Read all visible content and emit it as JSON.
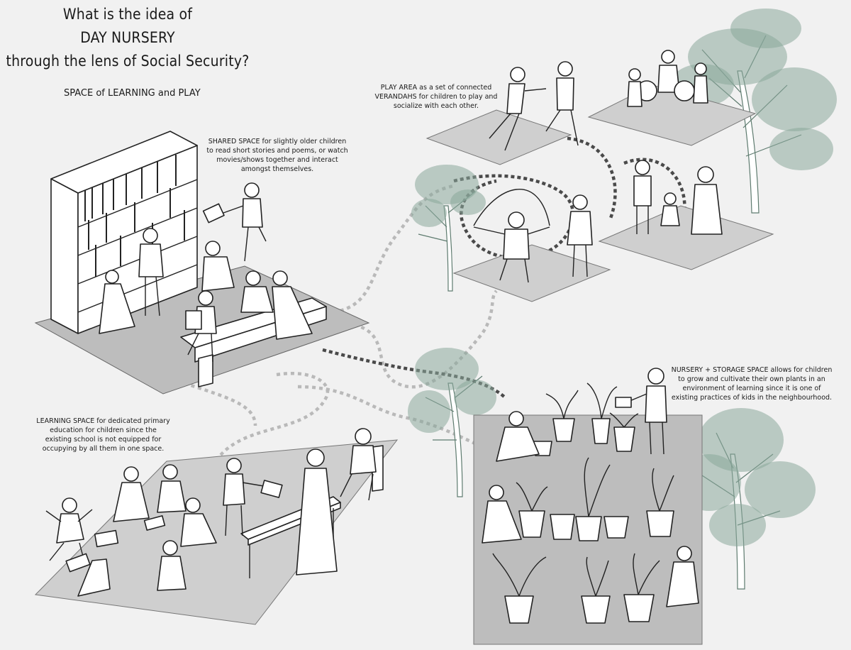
{
  "title": {
    "line1": "What is the idea of",
    "line2": "DAY NURSERY",
    "line3": "through the lens of Social Security?"
  },
  "subtitle": "SPACE of LEARNING and PLAY",
  "notes": {
    "shared": [
      "SHARED SPACE for slightly older children",
      "to read short stories and poems, or watch",
      "movies/shows together and interact",
      "amongst themselves."
    ],
    "play": [
      "PLAY AREA as a set of connected",
      "VERANDAHS for children to play and",
      "socialize with each other."
    ],
    "nursery": [
      "NURSERY + STORAGE SPACE allows for children",
      "to grow and cultivate their own plants in an",
      "environment of learning since it is one of",
      "existing practices of kids in the neighbourhood."
    ],
    "learning": [
      "LEARNING SPACE for dedicated primary",
      "education for children since the",
      "existing school is not equipped for",
      "occupying by all them in one space."
    ]
  },
  "colors": {
    "background": "#f1f1f1",
    "platform": "#cfcfcf",
    "tree": "#5e7b6f",
    "path_light": "#b9b9b9",
    "path_dark": "#4a4a4a"
  }
}
